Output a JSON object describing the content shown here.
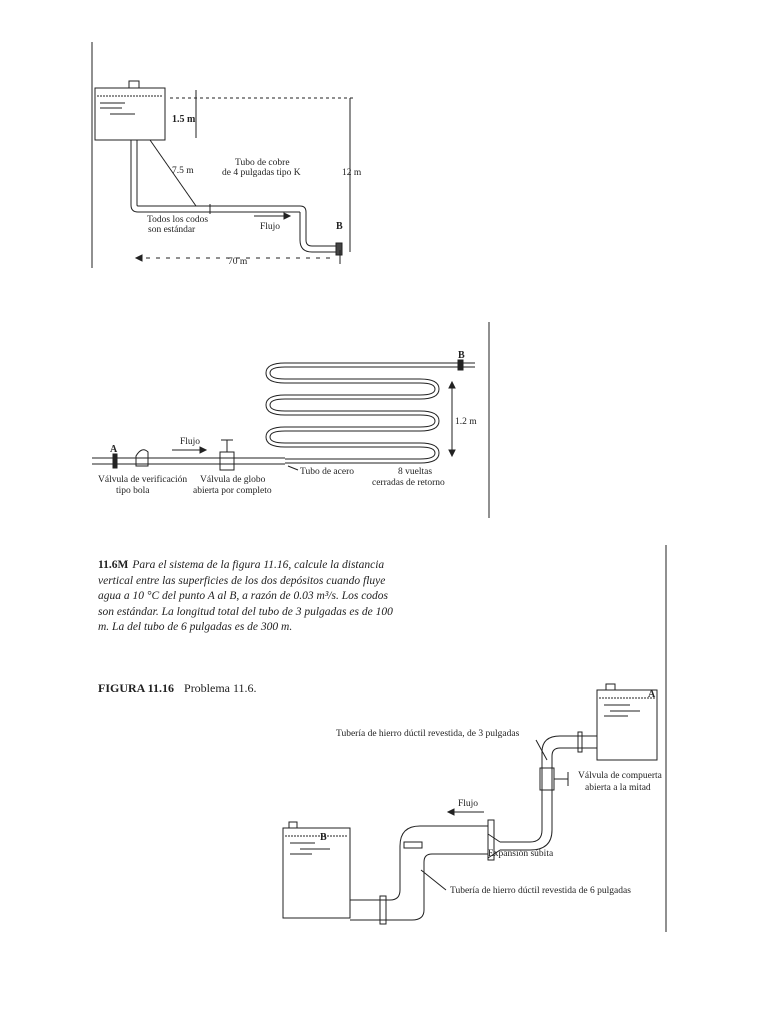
{
  "figure_a": {
    "dim_water": "1.5 m",
    "dim_drop": "7.5 m",
    "dim_total": "12 m",
    "dim_length": "70 m",
    "pipe_line1": "Tubo de cobre",
    "pipe_line2": "de 4 pulgadas tipo K",
    "elbows_line1": "Todos los codos",
    "elbows_line2": "son estándar",
    "flow": "Flujo",
    "point_b": "B"
  },
  "figure_b": {
    "flow": "Flujo",
    "point_a": "A",
    "point_b": "B",
    "dim_height": "1.2 m",
    "check_valve_line1": "Válvula de verificación",
    "check_valve_line2": "tipo bola",
    "globe_valve_line1": "Válvula de globo",
    "globe_valve_line2": "abierta por completo",
    "steel_pipe": "Tubo de acero",
    "turns_line1": "8 vueltas",
    "turns_line2": "cerradas de retorno"
  },
  "problem": {
    "number": "11.6M",
    "text": "Para el sistema de la figura 11.16, calcule la distancia vertical entre las superficies de los dos depósitos cuando fluye agua a 10 °C del punto A al B, a razón de 0.03 m³/s. Los codos son estándar. La longitud total del tubo de 3 pulgadas es de 100 m. La del tubo de 6 pulgadas es de 300 m."
  },
  "caption": {
    "figure": "FIGURA 11.16",
    "title": "Problema 11.6."
  },
  "figure_c": {
    "point_a": "A",
    "point_b": "B",
    "pipe3_label": "Tubería de hierro dúctil revestida, de 3 pulgadas",
    "valve_line1": "Válvula de compuerta",
    "valve_line2": "abierta a la mitad",
    "flow": "Flujo",
    "expansion": "Expansión súbita",
    "pipe6_label": "Tubería de hierro dúctil revestida de 6 pulgadas"
  }
}
